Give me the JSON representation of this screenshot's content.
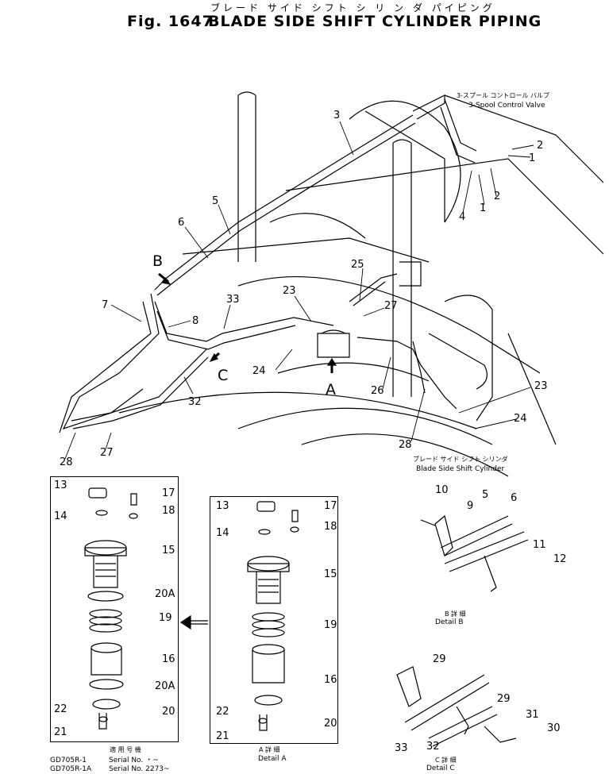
{
  "header": {
    "title_jp": "ブレード サイド シフト シ リ ン ダ パイピング",
    "fig": "Fig. 1647",
    "title_en": "BLADE SIDE SHIFT CYLINDER PIPING"
  },
  "labels": {
    "valve_jp": "3-スプール コントロール バルブ",
    "valve_en": "3-Spool Control Valve",
    "cyl_jp": "ブレード サイド シフト シリンダ",
    "cyl_en": "Blade Side Shift Cylinder",
    "detail_b_jp": "B 詳 細",
    "detail_b": "Detail B",
    "detail_a_jp": "A 詳 細",
    "detail_a": "Detail A",
    "detail_c_jp": "C 詳 細",
    "detail_c": "Detail C",
    "serial_head_jp": "適 用 号 機",
    "serial_row1_model": "GD705R-1",
    "serial_row1_text": "Serial No.    ・~",
    "serial_row2_model": "GD705R-1A",
    "serial_row2_text": "Serial No. 2273~"
  },
  "letters": {
    "a": "A",
    "b": "B",
    "c": "C"
  },
  "main_parts": [
    "3",
    "2",
    "1",
    "2",
    "1",
    "4",
    "5",
    "6",
    "25",
    "27",
    "23",
    "33",
    "7",
    "8",
    "24",
    "26",
    "23",
    "24",
    "32",
    "28",
    "27",
    "28"
  ],
  "detail_left_parts": [
    "13",
    "17",
    "14",
    "18",
    "15",
    "20A",
    "19",
    "16",
    "20A",
    "22",
    "20",
    "21"
  ],
  "detail_right_parts": [
    "13",
    "17",
    "14",
    "18",
    "15",
    "19",
    "16",
    "22",
    "20",
    "21"
  ],
  "detail_b_parts": [
    "10",
    "9",
    "5",
    "6",
    "11",
    "12"
  ],
  "detail_c_parts": [
    "29",
    "29",
    "31",
    "30",
    "33",
    "32"
  ]
}
